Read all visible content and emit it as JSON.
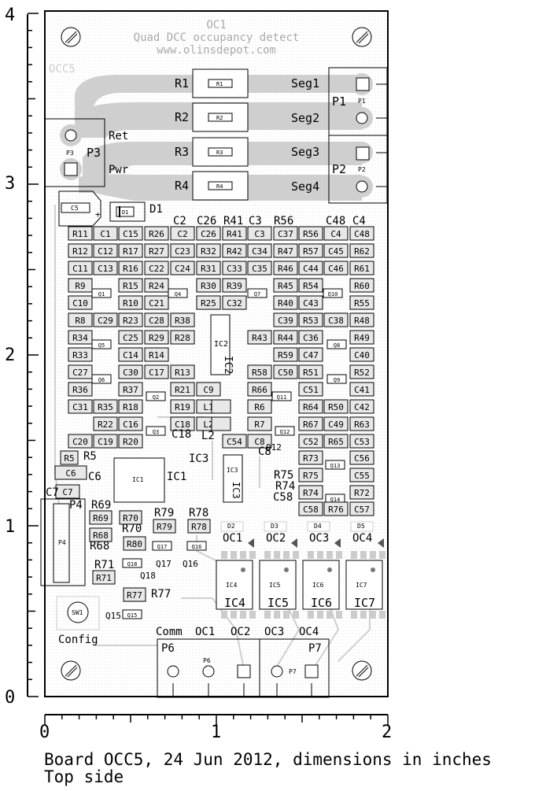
{
  "board": {
    "name": "OC1",
    "title": "Quad DCC occupancy detect",
    "url": "www.olinsdepot.com",
    "corner_label": "OCC5"
  },
  "axes": {
    "y_ticks": [
      "4",
      "3",
      "2",
      "1",
      "0"
    ],
    "x_ticks": [
      "0",
      "1",
      "2"
    ]
  },
  "caption": {
    "line1": "Board OCC5, 24 Jun 2012, dimensions in inches",
    "line2": "Top side"
  },
  "connectors": {
    "p1": {
      "name": "P1",
      "small": "P1",
      "pins": [
        "Seg1",
        "Seg2"
      ]
    },
    "p2": {
      "name": "P2",
      "small": "P2",
      "pins": [
        "Seg3",
        "Seg4"
      ]
    },
    "p3": {
      "name": "P3",
      "small": "P3",
      "pins": [
        "Ret",
        "Pwr"
      ]
    },
    "p4": {
      "name": "P4",
      "small": "P4"
    },
    "p6": {
      "name": "P6",
      "small": "P6",
      "header": "Comm",
      "pins": [
        "OC1",
        "OC2"
      ]
    },
    "p7": {
      "name": "P7",
      "small": "P7",
      "pins": [
        "OC3",
        "OC4"
      ]
    }
  },
  "power_resistors": [
    {
      "label": "R1",
      "small": "R1"
    },
    {
      "label": "R2",
      "small": "R2"
    },
    {
      "label": "R3",
      "small": "R3"
    },
    {
      "label": "R4",
      "small": "R4"
    }
  ],
  "misc": {
    "c5": "C5",
    "d1": "D1",
    "d1_small": "D1",
    "plus": "+",
    "sw1": "SW1",
    "config": "Config",
    "c6": "C6",
    "c7": "C7",
    "ic1": "IC1",
    "ic2": "IC2",
    "ic3": "IC3",
    "l1": "L1",
    "l2": "L2"
  },
  "top_labels": [
    "C2",
    "C26",
    "R41",
    "C3",
    "R56",
    "C48",
    "C4"
  ],
  "grid_rows": [
    [
      "R11",
      "C1",
      "C15",
      "R26",
      "C2",
      "C26",
      "R41",
      "C3",
      "C37",
      "R56",
      "C4",
      "C48"
    ],
    [
      "R12",
      "C12",
      "R17",
      "R27",
      "C23",
      "R32",
      "R42",
      "C34",
      "R47",
      "R57",
      "C45",
      "R62"
    ],
    [
      "C11",
      "C13",
      "R16",
      "C22",
      "C24",
      "R31",
      "C33",
      "C35",
      "R46",
      "C44",
      "C46",
      "R61"
    ],
    [
      "R9",
      "",
      "R15",
      "R24",
      "",
      "R30",
      "R39",
      "",
      "R45",
      "R54",
      "",
      "R60"
    ],
    [
      "C10",
      "",
      "R10",
      "C21",
      "",
      "R25",
      "C32",
      "",
      "R40",
      "C43",
      "",
      "R55"
    ],
    [
      "R8",
      "C29",
      "R23",
      "C28",
      "R38",
      "",
      "",
      "",
      "C39",
      "R53",
      "C38",
      "R48"
    ],
    [
      "R34",
      "",
      "C25",
      "R29",
      "R28",
      "",
      "",
      "R43",
      "R44",
      "C36",
      "",
      "R49"
    ],
    [
      "R33",
      "",
      "C14",
      "R14",
      "",
      "",
      "",
      "",
      "R59",
      "C47",
      "",
      "C40"
    ],
    [
      "C27",
      "",
      "C30",
      "C17",
      "R13",
      "",
      "",
      "R58",
      "C50",
      "R51",
      "",
      "R52"
    ],
    [
      "R36",
      "",
      "R37",
      "",
      "R21",
      "C9",
      "",
      "R66",
      "",
      "C51",
      "",
      "C41"
    ],
    [
      "C31",
      "R35",
      "R18",
      "",
      "R19",
      "L1",
      "",
      "R6",
      "",
      "R64",
      "R50",
      "C42"
    ],
    [
      "",
      "R22",
      "C16",
      "",
      "C18",
      "L2",
      "",
      "R7",
      "",
      "R67",
      "C49",
      "R63"
    ],
    [
      "C20",
      "C19",
      "R20",
      "",
      "",
      "",
      "C54",
      "C8",
      "",
      "C52",
      "R65",
      "C53"
    ]
  ],
  "transistors": [
    "Q1",
    "Q4",
    "Q7",
    "Q10",
    "Q5",
    "Q8",
    "Q6",
    "Q9",
    "Q2",
    "Q11",
    "Q3",
    "Q12",
    "Q13",
    "Q14",
    "Q17",
    "Q16",
    "Q18",
    "Q15"
  ],
  "side_labels": {
    "c18": "C18",
    "l2": "L2",
    "c8": "C8",
    "q12": "Q12",
    "ic3": "IC3",
    "r5b": "R5",
    "c6b": "C6",
    "ic1b": "IC1",
    "r75b": "R75",
    "r74b": "R74",
    "c58b": "C58",
    "c7b": "C7",
    "p4b": "P4",
    "r69b": "R69",
    "r70b": "R70",
    "r79b": "R79",
    "r78b": "R78",
    "r68b": "R68",
    "q17b": "Q17",
    "q16b": "Q16",
    "r71b": "R71",
    "q18b": "Q18",
    "r77b": "R77",
    "q15b": "Q15"
  },
  "lower_parts": [
    "R5",
    "C6",
    "C7",
    "R73",
    "C56",
    "R75",
    "C55",
    "R74",
    "R72",
    "C58",
    "R76",
    "C57",
    "R69",
    "R70",
    "R68",
    "R79",
    "R78",
    "R80",
    "R71",
    "R77"
  ],
  "diodes": [
    "D2",
    "D3",
    "D4",
    "D5"
  ],
  "opto": {
    "labels": [
      "OC1",
      "OC2",
      "OC3",
      "OC4"
    ],
    "ics": [
      "IC4",
      "IC5",
      "IC6",
      "IC7"
    ]
  }
}
